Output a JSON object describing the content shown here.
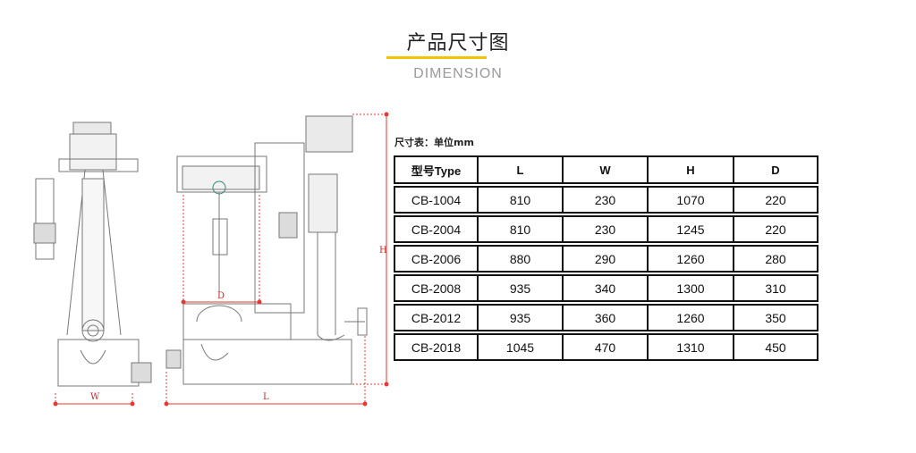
{
  "header": {
    "title": "产品尺寸图",
    "subtitle": "DIMENSION"
  },
  "drawing": {
    "dim_labels": {
      "w": "W",
      "d": "D",
      "l": "L",
      "h": "H"
    }
  },
  "table": {
    "units_label": "尺寸表：单位mm",
    "columns": [
      "型号Type",
      "L",
      "W",
      "H",
      "D"
    ],
    "rows": [
      [
        "CB-1004",
        "810",
        "230",
        "1070",
        "220"
      ],
      [
        "CB-2004",
        "810",
        "230",
        "1245",
        "220"
      ],
      [
        "CB-2006",
        "880",
        "290",
        "1260",
        "280"
      ],
      [
        "CB-2008",
        "935",
        "340",
        "1300",
        "310"
      ],
      [
        "CB-2012",
        "935",
        "360",
        "1260",
        "350"
      ],
      [
        "CB-2018",
        "1045",
        "470",
        "1310",
        "450"
      ]
    ]
  }
}
